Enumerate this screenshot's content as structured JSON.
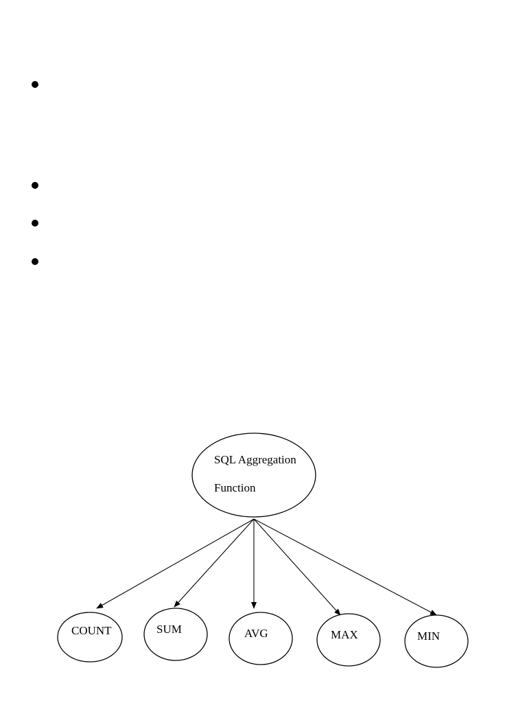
{
  "bullets": [
    {
      "name": "bullet-1",
      "text": ""
    },
    {
      "name": "bullet-2",
      "text": ""
    },
    {
      "name": "bullet-3",
      "text": ""
    },
    {
      "name": "bullet-4",
      "text": ""
    }
  ],
  "diagram": {
    "root": {
      "label_line1": "SQL Aggregation",
      "label_line2": "Function"
    },
    "children": [
      {
        "label": "COUNT"
      },
      {
        "label": "SUM"
      },
      {
        "label": "AVG"
      },
      {
        "label": "MAX"
      },
      {
        "label": "MIN"
      }
    ],
    "line_color": "#000000",
    "background_color": "#ffffff"
  }
}
